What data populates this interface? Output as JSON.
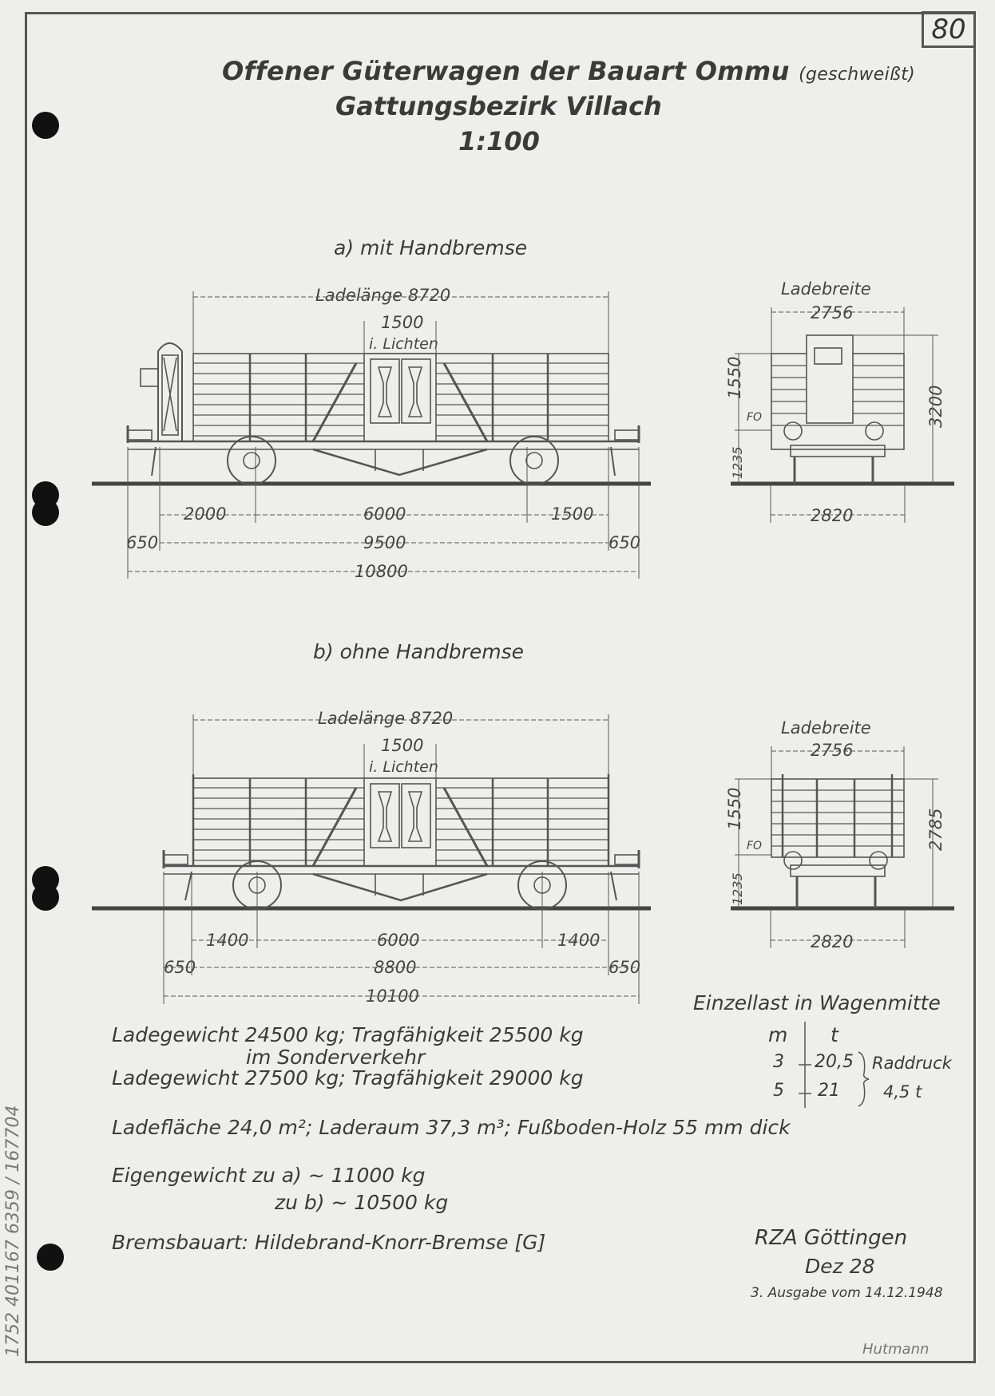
{
  "page": {
    "number": "80",
    "margin_note": "1752  401167 6359 / 167704"
  },
  "header": {
    "title_line1": "Offener Güterwagen der Bauart Ommu",
    "title_line1_suffix": "(geschweißt)",
    "title_line2": "Gattungsbezirk Villach",
    "scale": "1:100"
  },
  "variant_a": {
    "label": "a) mit Handbremse",
    "side": {
      "ladelaenge": "Ladelänge 8720",
      "door_width": "1500",
      "door_note": "i. Lichten",
      "dims_row1": [
        "2000",
        "6000",
        "1500"
      ],
      "dims_row2": [
        "650",
        "9500",
        "650"
      ],
      "dims_row3": "10800"
    },
    "end": {
      "ladebreite_label": "Ladebreite",
      "ladebreite": "2756",
      "wall_height": "1550",
      "floor_label": "FO",
      "floor_height": "1235",
      "total_height": "3200",
      "width": "2820"
    }
  },
  "variant_b": {
    "label": "b) ohne Handbremse",
    "side": {
      "ladelaenge": "Ladelänge 8720",
      "door_width": "1500",
      "door_note": "i. Lichten",
      "dims_row1": [
        "1400",
        "6000",
        "1400"
      ],
      "dims_row2": [
        "650",
        "8800",
        "650"
      ],
      "dims_row3": "10100"
    },
    "end": {
      "ladebreite_label": "Ladebreite",
      "ladebreite": "2756",
      "wall_height": "1550",
      "floor_label": "FO",
      "floor_height": "1235",
      "total_height": "2785",
      "width": "2820"
    }
  },
  "specs": {
    "ladegewicht_1": "Ladegewicht  24500 kg; Tragfähigkeit 25500 kg",
    "sonderverkehr": "im Sonderverkehr",
    "ladegewicht_2": "Ladegewicht 27500 kg; Tragfähigkeit 29000 kg",
    "ladeflaeche": "Ladefläche  24,0 m²; Laderaum 37,3 m³; Fußboden-Holz 55 mm dick",
    "eigengewicht_a": "Eigengewicht zu a) ~ 11000 kg",
    "eigengewicht_b": "zu b) ~ 10500 kg",
    "bremse": "Bremsbauart: Hildebrand-Knorr-Bremse [G]"
  },
  "einzellast": {
    "title": "Einzellast in Wagenmitte",
    "col_m": "m",
    "col_t": "t",
    "rows": [
      {
        "m": "3",
        "t": "20,5"
      },
      {
        "m": "5",
        "t": "21"
      }
    ],
    "raddruck_label": "Raddruck",
    "raddruck_value": "4,5 t"
  },
  "footer": {
    "office": "RZA Göttingen",
    "dept": "Dez 28",
    "edition": "3. Ausgabe vom 14.12.1948",
    "signature": "Hutmann"
  }
}
